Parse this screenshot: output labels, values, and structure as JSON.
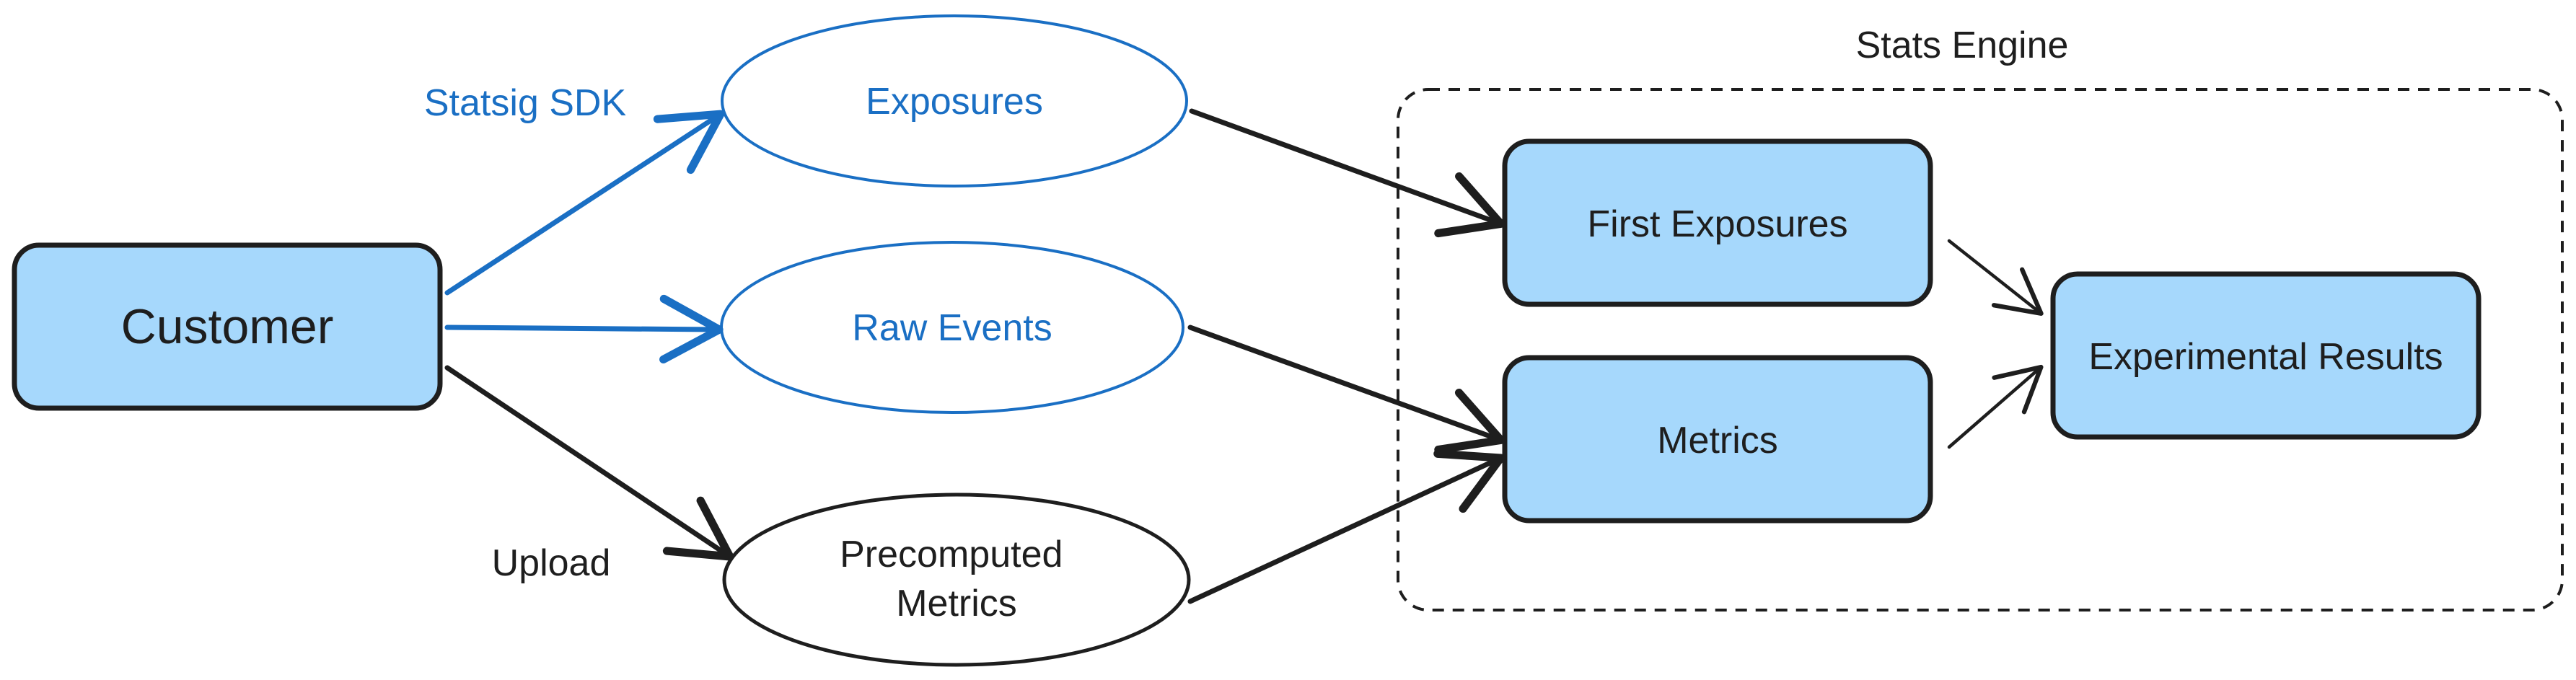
{
  "colors": {
    "box_fill": "#a6d8fc",
    "box_stroke": "#1e1e1e",
    "sdk_blue": "#1a6fc4",
    "ink": "#1e1e1e",
    "ellipse_fill": "#ffffff"
  },
  "nodes": {
    "customer": "Customer",
    "exposures": "Exposures",
    "raw_events": "Raw Events",
    "precomputed_line1": "Precomputed",
    "precomputed_line2": "Metrics",
    "first_exposures": "First Exposures",
    "metrics": "Metrics",
    "experimental_results": "Experimental Results"
  },
  "labels": {
    "statsig_sdk": "Statsig SDK",
    "upload": "Upload",
    "stats_engine": "Stats Engine"
  }
}
